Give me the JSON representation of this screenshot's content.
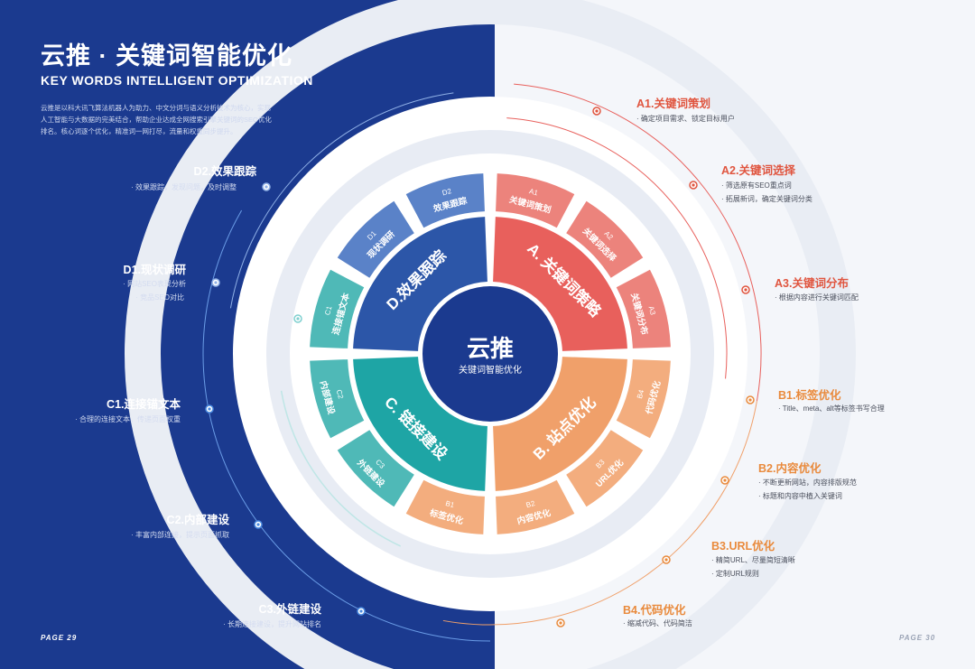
{
  "header": {
    "title": "云推 · 关键词智能优化",
    "subtitle": "KEY WORDS INTELLIGENT OPTIMIZATION",
    "intro": "云推是以科大讯飞算法机器人为助力、中文分词与语义分析技术为核心，实现人工智能与大数据的完美结合，帮助企业达成全网搜索引擎关键词的SEO优化排名。核心词逐个优化，精准词一网打尽，流量和权重同步提升。"
  },
  "center": {
    "title": "云推",
    "subtitle": "关键词智能优化"
  },
  "wheel": {
    "main": [
      {
        "id": "A",
        "label": "A. 关键词策略",
        "color": "#e8605c"
      },
      {
        "id": "B",
        "label": "B. 站点优化",
        "color": "#f0a06a"
      },
      {
        "id": "C",
        "label": "C. 链接建设",
        "color": "#1ea5a5"
      },
      {
        "id": "D",
        "label": "D.效果跟踪",
        "color": "#2c56a8"
      }
    ],
    "outer": [
      {
        "code": "A1",
        "name": "关键词策划",
        "color": "#ec837c"
      },
      {
        "code": "A2",
        "name": "关键词选择",
        "color": "#ec837c"
      },
      {
        "code": "A3",
        "name": "关键词分布",
        "color": "#ec837c"
      },
      {
        "code": "B4",
        "name": "代码优化",
        "color": "#f3ad7e"
      },
      {
        "code": "B3",
        "name": "URL优化",
        "color": "#f3ad7e"
      },
      {
        "code": "B2",
        "name": "内容优化",
        "color": "#f3ad7e"
      },
      {
        "code": "B1",
        "name": "标签优化",
        "color": "#f3ad7e"
      },
      {
        "code": "C3",
        "name": "外链建设",
        "color": "#4fb9b7"
      },
      {
        "code": "C2",
        "name": "内部建设",
        "color": "#4fb9b7"
      },
      {
        "code": "C1",
        "name": "连接锚文本",
        "color": "#4fb9b7"
      },
      {
        "code": "D1",
        "name": "现状调研",
        "color": "#5a82c8"
      },
      {
        "code": "D2",
        "name": "效果跟踪",
        "color": "#5a82c8"
      }
    ]
  },
  "labels": {
    "A1": {
      "title": "A1.关键词策划",
      "items": [
        "确定项目需求、锁定目标用户"
      ]
    },
    "A2": {
      "title": "A2.关键词选择",
      "items": [
        "筛选原有SEO重点词",
        "拓展新词，确定关键词分类"
      ]
    },
    "A3": {
      "title": "A3.关键词分布",
      "items": [
        "根据内容进行关键词匹配"
      ]
    },
    "B1": {
      "title": "B1.标签优化",
      "items": [
        "Title、meta、alt等标签书写合理"
      ]
    },
    "B2": {
      "title": "B2.内容优化",
      "items": [
        "不断更新网站，内容排版规范",
        "标题和内容中植入关键词"
      ]
    },
    "B3": {
      "title": "B3.URL优化",
      "items": [
        "精简URL、尽量简短清晰",
        "定制URL规则"
      ]
    },
    "B4": {
      "title": "B4.代码优化",
      "items": [
        "缩减代码、代码简洁"
      ]
    },
    "D2": {
      "title": "D2.效果跟踪",
      "items": [
        "效果跟踪，发现问题，及时调整"
      ]
    },
    "D1": {
      "title": "D1.现状调研",
      "items": [
        "网站SEO表现分析",
        "竞品SEO对比"
      ]
    },
    "C1": {
      "title": "C1.连接锚文本",
      "items": [
        "合理的连接文本，传递页面权重"
      ]
    },
    "C2": {
      "title": "C2.内部建设",
      "items": [
        "丰富内部连接，提示页面抓取"
      ]
    },
    "C3": {
      "title": "C3.外链建设",
      "items": [
        "长期连接建设，提升网站排名"
      ]
    }
  },
  "pages": {
    "left": "PAGE 29",
    "right": "PAGE 30"
  },
  "colors": {
    "navy": "#1b3a8f",
    "red": "#e0553f",
    "orange": "#e98a3c",
    "teal": "#1ea5a5"
  }
}
